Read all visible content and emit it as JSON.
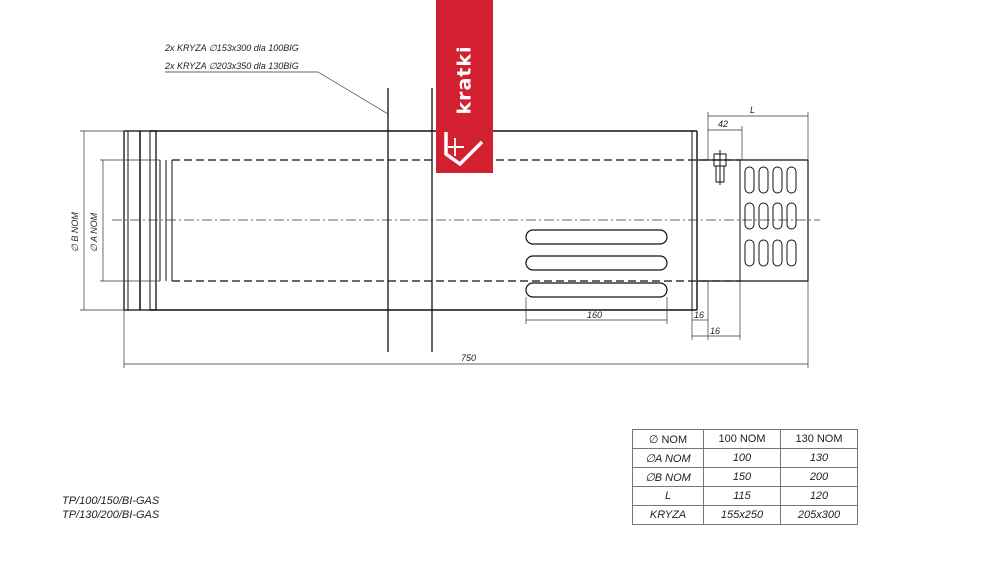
{
  "brand": {
    "name": "kratki",
    "color": "#d32030"
  },
  "notes": [
    "2x KRYZA  ∅153x300 dla 100BIG",
    "2x KRYZA  ∅203x350 dla 130BIG"
  ],
  "dimensions": {
    "total_length": "750",
    "slot_length": "160",
    "offset_42": "42",
    "length_L": "L",
    "offset_16_upper": "16",
    "offset_16_lower": "16",
    "diameter_B": "∅ B  NOM",
    "diameter_A": "∅ A  NOM"
  },
  "table": {
    "header": [
      "∅     NOM",
      "100 NOM",
      "130 NOM"
    ],
    "rows": [
      [
        "∅A  NOM",
        "100",
        "130"
      ],
      [
        "∅B  NOM",
        "150",
        "200"
      ],
      [
        "L",
        "115",
        "120"
      ],
      [
        "KRYZA",
        "155x250",
        "205x300"
      ]
    ]
  },
  "models": [
    "TP/100/150/BI-GAS",
    "TP/130/200/BI-GAS"
  ]
}
